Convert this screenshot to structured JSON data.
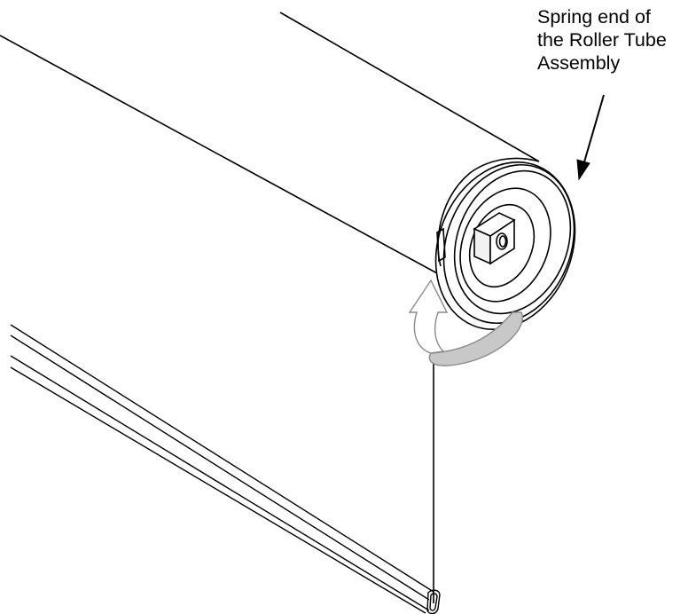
{
  "callout": {
    "lines": [
      "Spring end of",
      "the Roller Tube",
      "Assembly"
    ]
  },
  "figure": {
    "stroke_color": "#000000",
    "arrow_fill": "#ffffff",
    "arrow_stroke": "#8a8a8a",
    "band_fill": "#c8c8c8"
  }
}
